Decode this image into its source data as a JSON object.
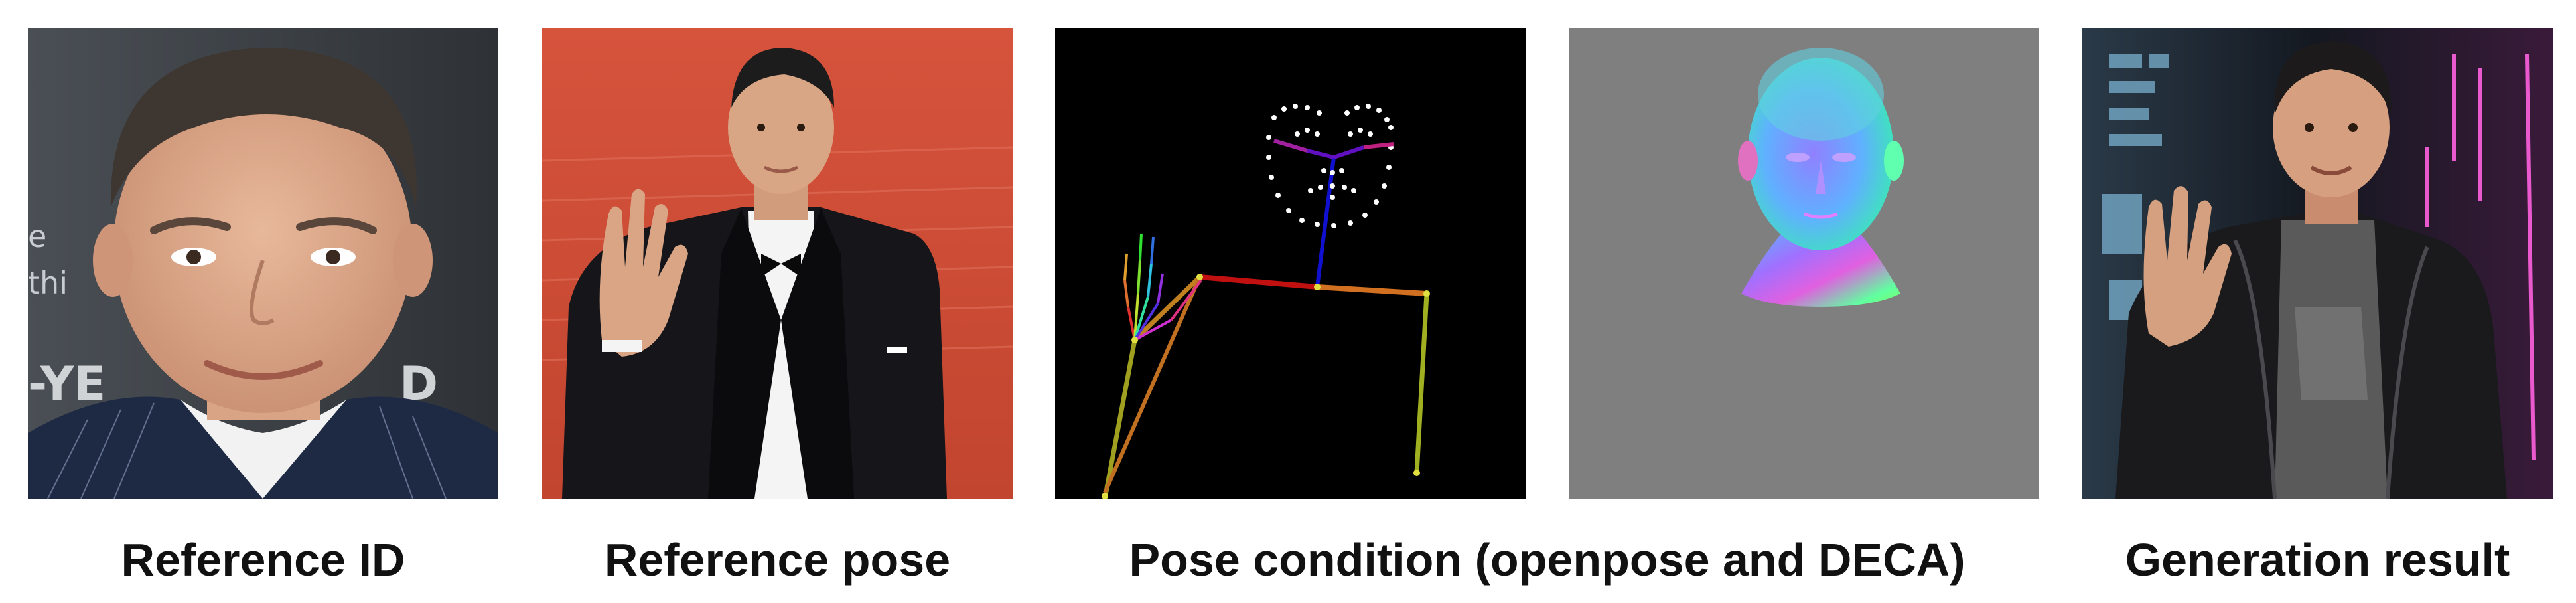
{
  "captions": {
    "reference_id": "Reference ID",
    "reference_pose": "Reference pose",
    "pose_condition": "Pose condition (openpose and DECA)",
    "generation_result": "Generation result"
  },
  "panels": [
    {
      "name": "reference-id-photo",
      "content": "portrait of smiling man in pinstripe suit"
    },
    {
      "name": "reference-pose-photo",
      "content": "man in black tuxedo raising right hand, red background"
    },
    {
      "name": "openpose-skeleton",
      "content": "openpose keypoints on black background"
    },
    {
      "name": "deca-head-render",
      "content": "normal-map 3D head on gray background"
    },
    {
      "name": "generation-result-photo",
      "content": "man in leather jacket raising right hand, neon city background"
    }
  ],
  "colors": {
    "openpose_background": "#000000",
    "deca_background": "#7f7f7f",
    "caption_text": "#111111"
  }
}
